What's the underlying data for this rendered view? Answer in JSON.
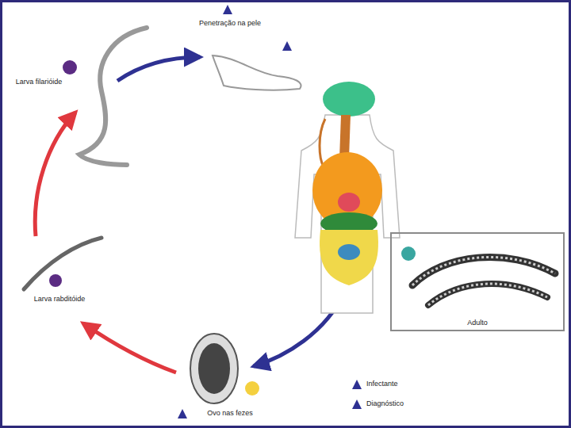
{
  "diagram": {
    "nodes": [
      {
        "text": [
          "Adulto"
        ]
      }
    ],
    "labels": [
      "Penetração na pele",
      "Larva filarióide",
      "Larva rabditóide",
      "Ovo nas fezes"
    ],
    "legend": [
      {
        "text": "Infectante"
      },
      {
        "text": "Diagnóstico"
      }
    ]
  }
}
